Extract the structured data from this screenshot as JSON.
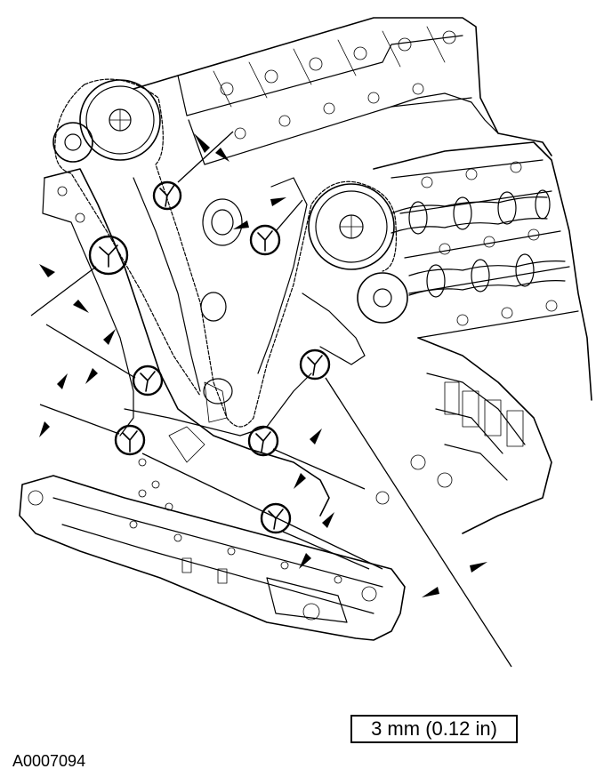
{
  "spec_label": "3 mm (0.12 in)",
  "figure_id": "A0007094",
  "sealant_points": [
    "bead-1",
    "bead-2",
    "bead-3",
    "bead-4",
    "bead-5",
    "bead-6",
    "bead-7",
    "bead-8"
  ]
}
